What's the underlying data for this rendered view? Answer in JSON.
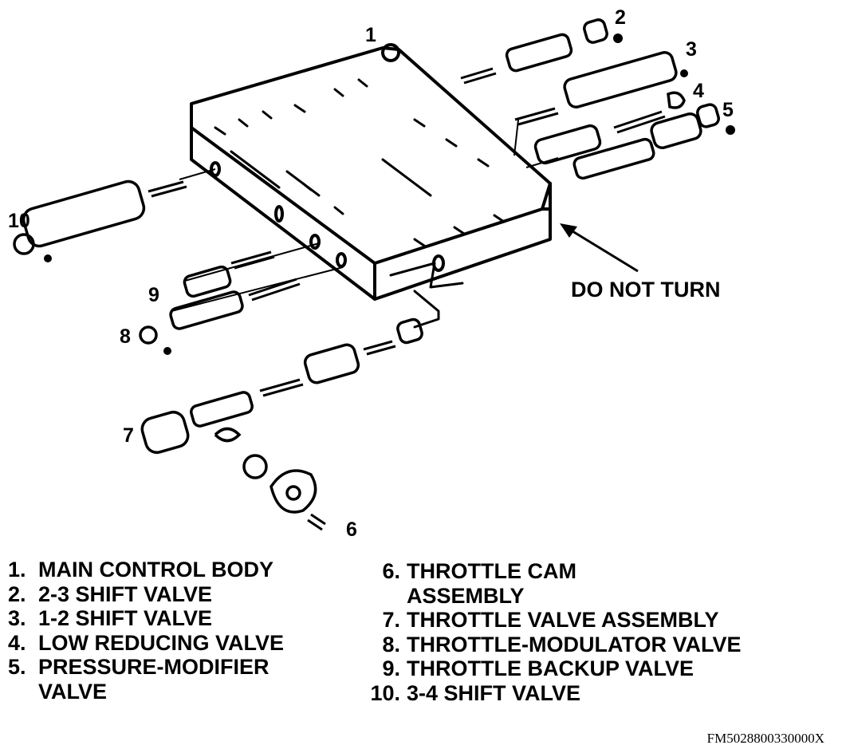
{
  "callouts": [
    "1",
    "2",
    "3",
    "4",
    "5",
    "6",
    "7",
    "8",
    "9",
    "10"
  ],
  "note": "DO NOT TURN",
  "legend_left": [
    {
      "num": "1.",
      "text": "MAIN CONTROL BODY"
    },
    {
      "num": "2.",
      "text": "2-3 SHIFT VALVE"
    },
    {
      "num": "3.",
      "text": "1-2 SHIFT VALVE"
    },
    {
      "num": "4.",
      "text": "LOW REDUCING VALVE"
    },
    {
      "num": "5.",
      "text": "PRESSURE-MODIFIER",
      "cont": "VALVE"
    }
  ],
  "legend_right": [
    {
      "num": "6.",
      "text": "THROTTLE CAM",
      "cont": "ASSEMBLY"
    },
    {
      "num": "7.",
      "text": "THROTTLE VALVE ASSEMBLY"
    },
    {
      "num": "8.",
      "text": "THROTTLE-MODULATOR VALVE"
    },
    {
      "num": "9.",
      "text": "THROTTLE BACKUP VALVE"
    },
    {
      "num": "10.",
      "text": "3-4 SHIFT VALVE"
    }
  ],
  "figure_id": "FM5028800330000X"
}
